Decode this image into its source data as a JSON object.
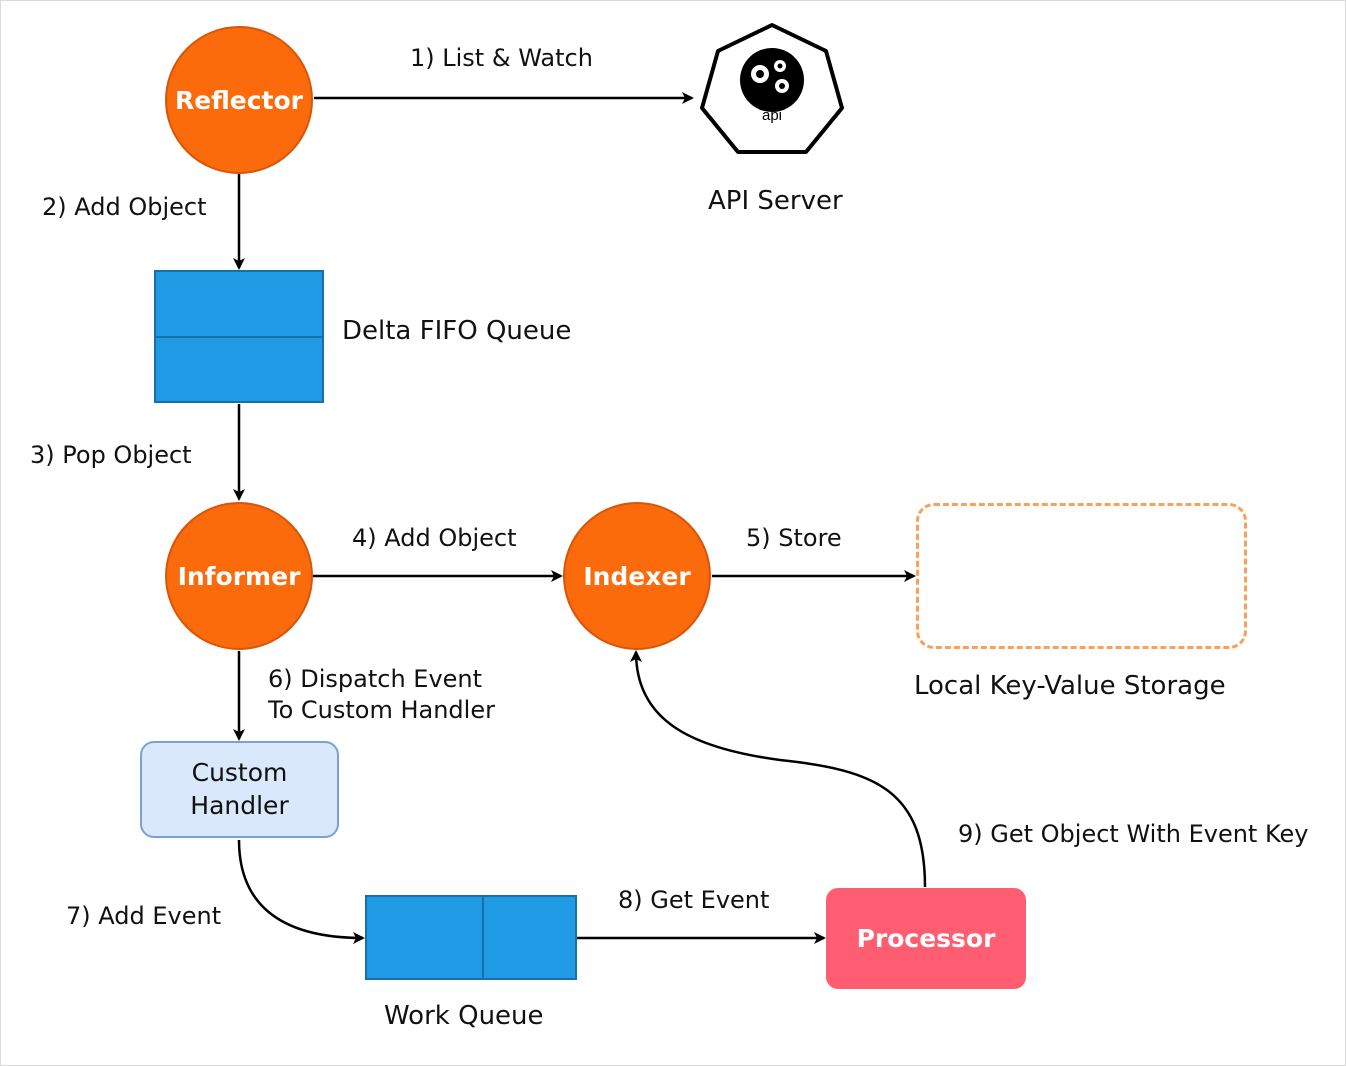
{
  "nodes": {
    "reflector": "Reflector",
    "informer": "Informer",
    "indexer": "Indexer",
    "custom_handler": "Custom Handler",
    "processor": "Processor",
    "delta_fifo_queue": "Delta FIFO Queue",
    "work_queue": "Work Queue",
    "api_server": "API Server",
    "api_icon_text": "api",
    "local_storage": "Local Key-Value Storage"
  },
  "edges": {
    "e1": "1) List & Watch",
    "e2": "2) Add Object",
    "e3": "3) Pop Object",
    "e4": "4) Add Object",
    "e5": "5) Store",
    "e6_line1": "6) Dispatch Event",
    "e6_line2": "To Custom Handler",
    "e7": "7) Add Event",
    "e8": "8) Get Event",
    "e9": "9) Get Object With Event Key"
  },
  "colors": {
    "node_orange": "#fb6a0b",
    "queue_blue": "#1f9ae4",
    "handler_fill": "#dae8fc",
    "processor_pink": "#ff5e72",
    "storage_dash": "#f7a15a"
  },
  "icons": {
    "api_server": "kubernetes-api-heptagon-icon"
  }
}
